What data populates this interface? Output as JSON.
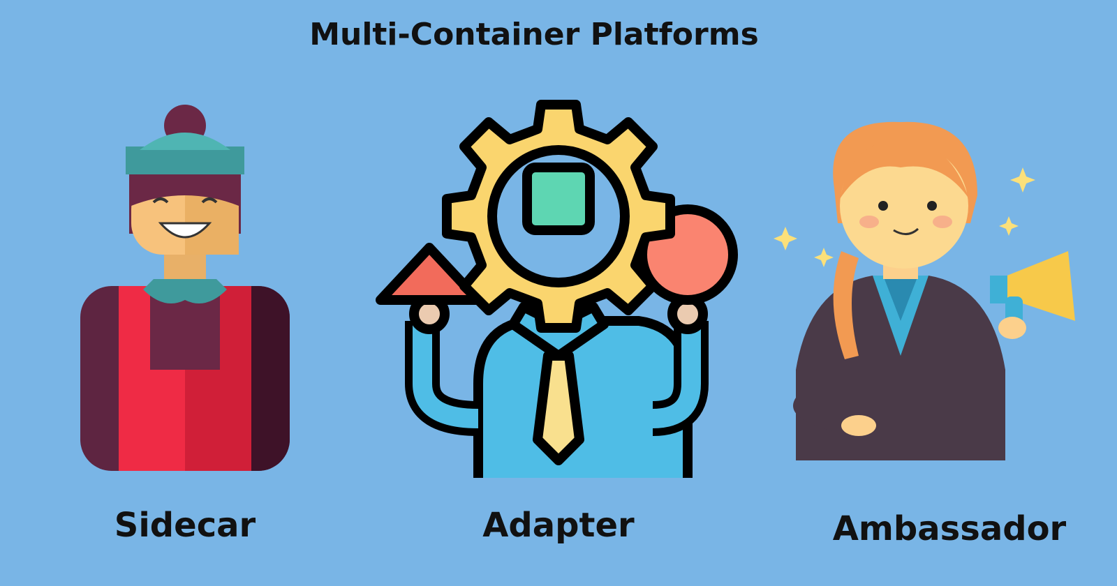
{
  "title": "Multi-Container Platforms",
  "patterns": [
    {
      "label": "Sidecar",
      "icon": "woman-worker-icon"
    },
    {
      "label": "Adapter",
      "icon": "person-gear-icon"
    },
    {
      "label": "Ambassador",
      "icon": "woman-megaphone-icon"
    }
  ],
  "colors": {
    "background": "#79b5e6",
    "text": "#111111"
  }
}
